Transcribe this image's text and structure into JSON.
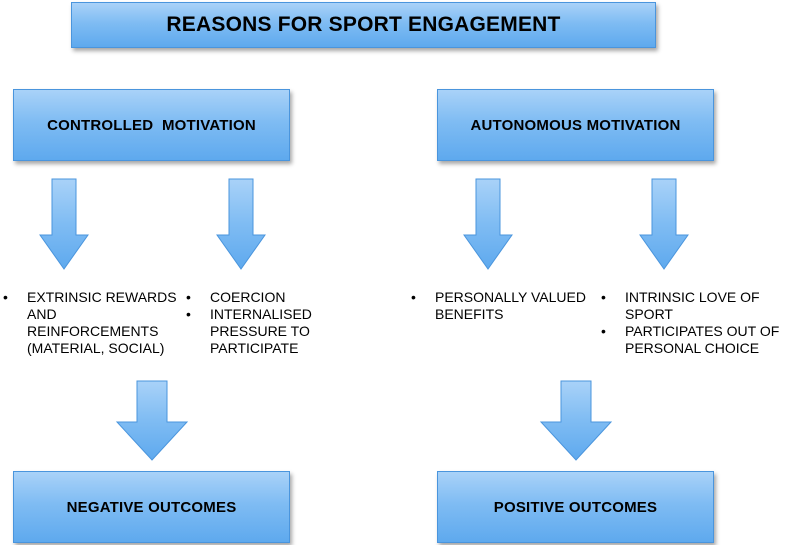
{
  "title": "REASONS FOR SPORT ENGAGEMENT",
  "controlled": {
    "label": "CONTROLLED  MOTIVATION",
    "list_a": [
      "EXTRINSIC REWARDS AND REINFORCEMENTS (MATERIAL, SOCIAL)"
    ],
    "list_b": [
      "COERCION",
      "INTERNALISED PRESSURE TO PARTICIPATE"
    ],
    "outcome": "NEGATIVE OUTCOMES"
  },
  "autonomous": {
    "label": "AUTONOMOUS MOTIVATION",
    "list_a": [
      "PERSONALLY VALUED BENEFITS"
    ],
    "list_b": [
      "INTRINSIC LOVE OF SPORT",
      "PARTICIPATES OUT OF PERSONAL CHOICE"
    ],
    "outcome": "POSITIVE OUTCOMES"
  },
  "colors": {
    "box_top": "#a9d2f8",
    "box_bottom": "#5ea9ee",
    "border": "#4a95dd",
    "text": "#000000"
  }
}
